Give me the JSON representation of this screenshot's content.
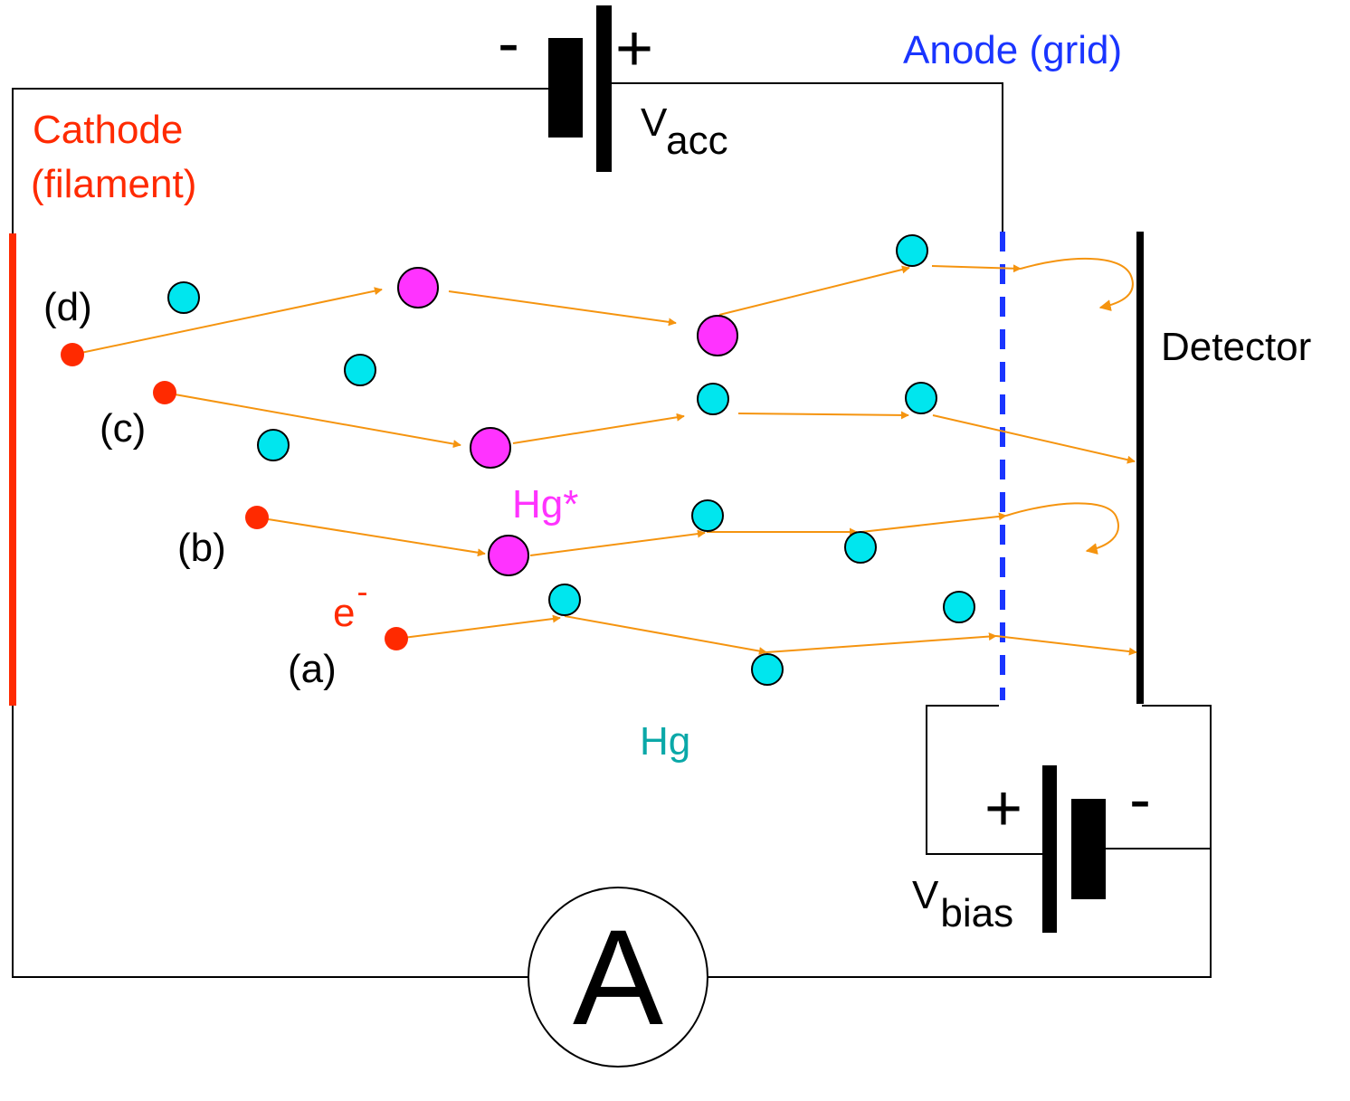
{
  "colors": {
    "cathode": "#ff2a00",
    "anode": "#1a35ff",
    "hg": "#00e6ee",
    "hg_star": "#ff33ff",
    "electron": "#ff2a00",
    "path": "#f5940f",
    "wire": "#000000"
  },
  "labels": {
    "cathode_line1": "Cathode",
    "cathode_line2": "(filament)",
    "anode": "Anode (grid)",
    "detector": "Detector",
    "hg": "Hg",
    "hg_star": "Hg*",
    "electron_base": "e",
    "electron_sup": "-",
    "vacc_base": "V",
    "vacc_sub": "acc",
    "vbias_base": "V",
    "vbias_sub": "bias",
    "ammeter": "A",
    "acc_minus": "-",
    "acc_plus": "+",
    "bias_plus": "+",
    "bias_minus": "-",
    "trajectory_a": "(a)",
    "trajectory_b": "(b)",
    "trajectory_c": "(c)",
    "trajectory_d": "(d)"
  }
}
